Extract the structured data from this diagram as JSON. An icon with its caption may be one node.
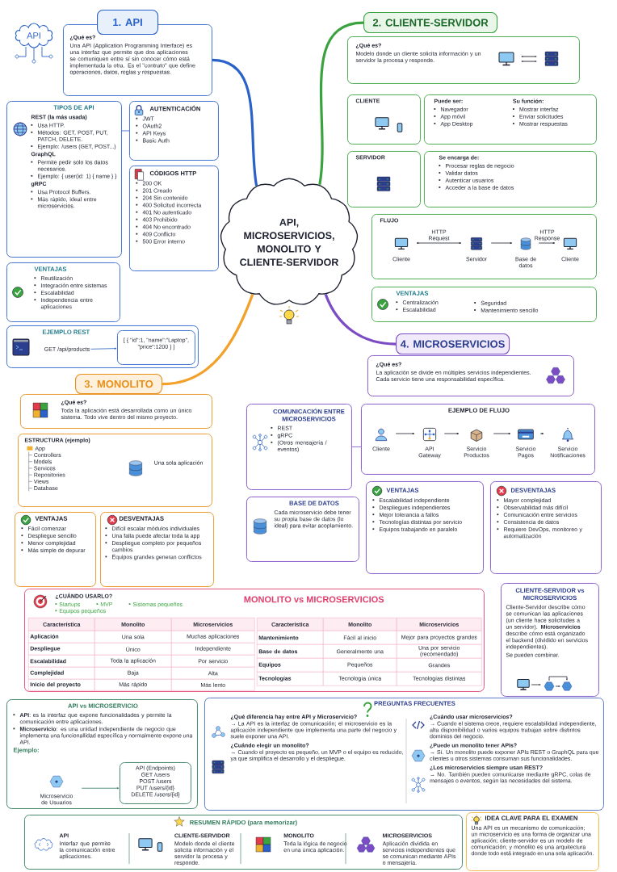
{
  "diagram": {
    "nodes": [
      {
        "text": [
          "API, MICROSERVICIOS, MONOLITO Y CLIENTE-SERVIDOR"
        ]
      },
      {
        "text": [
          "1. API"
        ]
      },
      {
        "text": [
          "¿Qué es?",
          "Una API (Application Programming Interface) es una interfaz que permite que dos aplicaciones se comuniquen entre sí sin conocer cómo está implementada la otra. Es el \"contrato\" que define operaciones, datos, reglas y respuestas."
        ]
      },
      {
        "text": [
          "TIPOS DE API",
          "**REST** (la más usada)",
          "Usa HTTP.",
          "Métodos: GET, POST, PUT, PATCH, DELETE.",
          "Ejemplo: /users (GET, POST...)",
          "GraphQL",
          "Permite pedir solo los datos necesarios.",
          "Ejemplo: { user(id: 1) { name } }",
          "gRPC",
          "Usa Protocol Buffers.",
          "Más rápido, ideal entre microservicios."
        ]
      },
      {
        "text": [
          "AUTENTICACIÓN",
          "JWT",
          "OAuth2",
          "API Keys",
          "Basic Auth"
        ]
      },
      {
        "text": [
          "CÓDIGOS HTTP",
          "200 OK",
          "201 Creado",
          "204 Sin contenido",
          "400 Solicitud incorrecta",
          "401 No autenticado",
          "403 Prohibido",
          "404 No encontrado",
          "409 Conflicto",
          "500 Error interno"
        ]
      },
      {
        "text": [
          "VENTAJAS",
          "Reutilización",
          "Integración entre sistemas",
          "Escalabilidad",
          "Independencia entre aplicaciones"
        ]
      },
      {
        "text": [
          "EJEMPLO REST"
        ]
      },
      {
        "text": [
          "GET /api/products"
        ],
        "in": 7
      },
      {
        "text": [
          "[ { \"id\":1, \"name\":\"Laptop\", \"price\":1200 } ]"
        ],
        "in": 7
      },
      {
        "text": [
          "2. CLIENTE-SERVIDOR"
        ]
      },
      {
        "text": [
          "¿Qué es?",
          "Modelo donde un cliente solicita información y un servidor la procesa y responde."
        ]
      },
      {
        "text": [
          "CLIENTE"
        ]
      },
      {
        "text": [
          "Puede ser:",
          "Navegador",
          "App móvil",
          "App Desktop",
          "Su función:",
          "Mostrar interfaz",
          "Enviar solicitudes",
          "Mostrar respuestas"
        ]
      },
      {
        "text": [
          "SERVIDOR"
        ]
      },
      {
        "text": [
          "Se encarga de:",
          "Procesar reglas de negocio",
          "Validar datos",
          "Autenticar usuarios",
          "Acceder a la base de datos"
        ]
      },
      {
        "text": [
          "FLUJO"
        ]
      },
      {
        "text": [
          "Cliente"
        ],
        "in": 16
      },
      {
        "text": [
          "Servidor"
        ],
        "in": 16
      },
      {
        "text": [
          "Base de datos"
        ],
        "in": 16
      },
      {
        "text": [
          "Cliente"
        ],
        "in": 16
      },
      {
        "text": [
          "VENTAJAS",
          "Centralización",
          "Escalabilidad",
          "Seguridad",
          "Mantenimiento sencillo"
        ]
      },
      {
        "text": [
          "3. MONOLITO"
        ]
      },
      {
        "text": [
          "¿Qué es?",
          "Toda la aplicación está desarrollada como un único sistema. Todo vive dentro del mismo proyecto."
        ]
      },
      {
        "text": [
          "ESTRUCTURA (ejemplo)",
          "App",
          "Controllers",
          "Models",
          "Services",
          "Repositories",
          "Views",
          "Database",
          "Una sola aplicación"
        ]
      },
      {
        "text": [
          "VENTAJAS",
          "Fácil comenzar",
          "Despliegue sencillo",
          "Menor complejidad",
          "Más simple de depurar"
        ]
      },
      {
        "text": [
          "DESVENTAJAS",
          "Difícil escalar módulos individuales",
          "Una falla puede afectar toda la app",
          "Despliegue completo por pequeños cambios",
          "Equipos grandes generan conflictos"
        ]
      },
      {
        "text": [
          "4. MICROSERVICIOS"
        ]
      },
      {
        "text": [
          "¿Qué es?",
          "La aplicación se divide en múltiples servicios independientes. Cada servicio tiene una responsabilidad específica."
        ]
      },
      {
        "text": [
          "COMUNICACIÓN ENTRE MICROSERVICIOS",
          "REST",
          "gRPC",
          "(Otros mensajería / eventos)"
        ]
      },
      {
        "text": [
          "EJEMPLO DE FLUJO"
        ]
      },
      {
        "text": [
          "Cliente"
        ],
        "in": 30
      },
      {
        "text": [
          "API Gateway"
        ],
        "in": 30
      },
      {
        "text": [
          "Servicio Productos"
        ],
        "in": 30
      },
      {
        "text": [
          "Servicio Pagos"
        ],
        "in": 30
      },
      {
        "text": [
          "Servicio Notificaciones"
        ],
        "in": 30
      },
      {
        "text": [
          "BASE DE DATOS",
          "Cada microservicio debe tener su propia base de datos (lo ideal) para evitar acoplamiento."
        ]
      },
      {
        "text": [
          "VENTAJAS",
          "Escalabilidad independiente",
          "Despliegues independientes",
          "Mejor tolerancia a fallos",
          "Tecnologías distintas por servicio",
          "Equipos trabajando en paralelo"
        ]
      },
      {
        "text": [
          "DESVENTAJAS",
          "Mayor complejidad",
          "Observabilidad más difícil",
          "Comunicación entre servicios",
          "Consistencia de datos",
          "Requiere DevOps, monitoreo y automatización"
        ]
      },
      {
        "text": [
          "¿CUÁNDO USARLO?",
          "Startups",
          "MVP",
          "Sistemas pequeños",
          "Equipos pequeños",
          "MONOLITO vs MICROSERVICIOS"
        ]
      },
      {
        "text": [
          "CLIENTE-SERVIDOR vs MICROSERVICIOS",
          "Cliente-Servidor describe cómo se comunican las aplicaciones (un cliente hace solicitudes a un servidor). **Microservicios** describe cómo está organizado el backend (dividido en servicios independientes).",
          "Se pueden combinar."
        ]
      },
      {
        "text": [
          "API vs MICROSERVICIO",
          "**API**: es la interfaz que expone funcionalidades y permite la comunicación entre aplicaciones.",
          "**Microservicio**: es una unidad independiente de negocio que implementa una funcionallidad específica y normalmente expone una API.",
          "Ejemplo:"
        ]
      },
      {
        "text": [
          "Microservicio de Usuarios"
        ],
        "in": 41
      },
      {
        "text": [
          "API (Endpoints)",
          "GET /users",
          "POST /users",
          "PUT /users/{id}",
          "DELETE /users/{id}"
        ],
        "in": 41
      },
      {
        "text": [
          "PREGUNTAS FRECUENTES",
          "¿Qué diferencia hay entre API y Microservicio?",
          "→ La API es la interfaz de comunicación; el microservicio es la aplicación independiente que implementa una parte del negocio y suele exponer una API.",
          "¿Cuándo elegir un monolito?",
          "→ Cuando el proyecto es pequeño, un MVP o el equipo es reducido, ya que simplifica el desarrollo y el despliegue.",
          "¿Cuándo usar microservicios?",
          "→ Cuando el sistema crece, requiere escalabilidad independiente, alta disponibilidad o varios equipos trabajan sobre distintos dominios del negocio.",
          "¿Puede un monolito tener APIs?",
          "→ Sí. Un monolito puede exponer APIs REST o GraphQL para que clientes u otros sistemas consuman sus funcionalidades.",
          "¿Los microservicios siempre usan REST?",
          "→ No. También pueden comunicarse mediante gRPC, colas de mensajes o eventos, según las necesidades del sistema."
        ]
      },
      {
        "text": [
          "RESUMEN RÁPIDO (para memorizar)",
          "API",
          "Interfaz que permite la comunicación entre aplicaciones.",
          "CLIENTE-SERVIDOR",
          "Modelo donde el cliente solicita información y el servidor la procesa y responde.",
          "MONOLITO",
          "Toda la lógica de negocio en una única aplicación.",
          "MICROSERVICIOS",
          "Aplicación dividida en servicios independientes que se comunican mediante APIs o mensajería."
        ]
      },
      {
        "text": [
          "IDEA CLAVE PARA EL EXAMEN",
          "Una API es un mecanismo de comunicación; un microservicio es una forma de organizar una aplicación; cliente-servidor es un modelo de comunicación; y monolito es una arquitectura donde todo está integrado en una sola aplicación."
        ]
      }
    ],
    "edges": [
      {
        "from": 0,
        "to": 2,
        "arrow": "none",
        "style": "thick",
        "color": "#2a62c9"
      },
      {
        "from": 0,
        "to": 10,
        "arrow": "none",
        "style": "thick",
        "color": "#3aa33f"
      },
      {
        "from": 0,
        "to": 22,
        "arrow": "none",
        "style": "thick",
        "color": "#f2a12b"
      },
      {
        "from": 0,
        "to": 27,
        "arrow": "none",
        "style": "thick",
        "color": "#7b4cc4"
      },
      {
        "from": 3,
        "to": 4,
        "arrow": "none",
        "color": "#2a62c9"
      },
      {
        "from": 8,
        "to": 9,
        "arrow": "to",
        "color": "#2a62c9"
      },
      {
        "from": 17,
        "to": 18,
        "arrow": "both",
        "label": "HTTP Request"
      },
      {
        "from": 18,
        "to": 19,
        "arrow": "to"
      },
      {
        "from": 19,
        "to": 20,
        "arrow": "to",
        "label": "HTTP Response"
      },
      {
        "from": 31,
        "to": 32,
        "arrow": "to"
      },
      {
        "from": 32,
        "to": 33,
        "arrow": "to"
      },
      {
        "from": 33,
        "to": 34,
        "arrow": "to"
      },
      {
        "from": 34,
        "to": 35,
        "arrow": "to"
      },
      {
        "from": 29,
        "to": 30,
        "arrow": "none",
        "color": "#7b4cc4"
      },
      {
        "from": 42,
        "to": 43,
        "arrow": "to",
        "color": "#2f7a5a"
      }
    ],
    "labels": [
      "API",
      "Característica",
      "Monolito",
      "Microservicios",
      "Aplicación",
      "Una sola",
      "Muchas aplicaciones",
      "Despliegue",
      "Único",
      "Independiente",
      "Escalabilidad",
      "Toda la aplicación",
      "Por servicio",
      "Complejidad",
      "Baja",
      "Alta",
      "Inicio del proyecto",
      "Más rápido",
      "Más lento",
      "Característica",
      "Monolito",
      "Microservicios",
      "Mantenimiento",
      "Fácil al inicio",
      "Mejor para proyectos grandes",
      "Base de datos",
      "Generalmente una",
      "Una por servicio (recomendado)",
      "Equipos",
      "Pequeños",
      "Grandes",
      "Tecnologías",
      "Tecnología única",
      "Tecnologías distintas"
    ]
  }
}
